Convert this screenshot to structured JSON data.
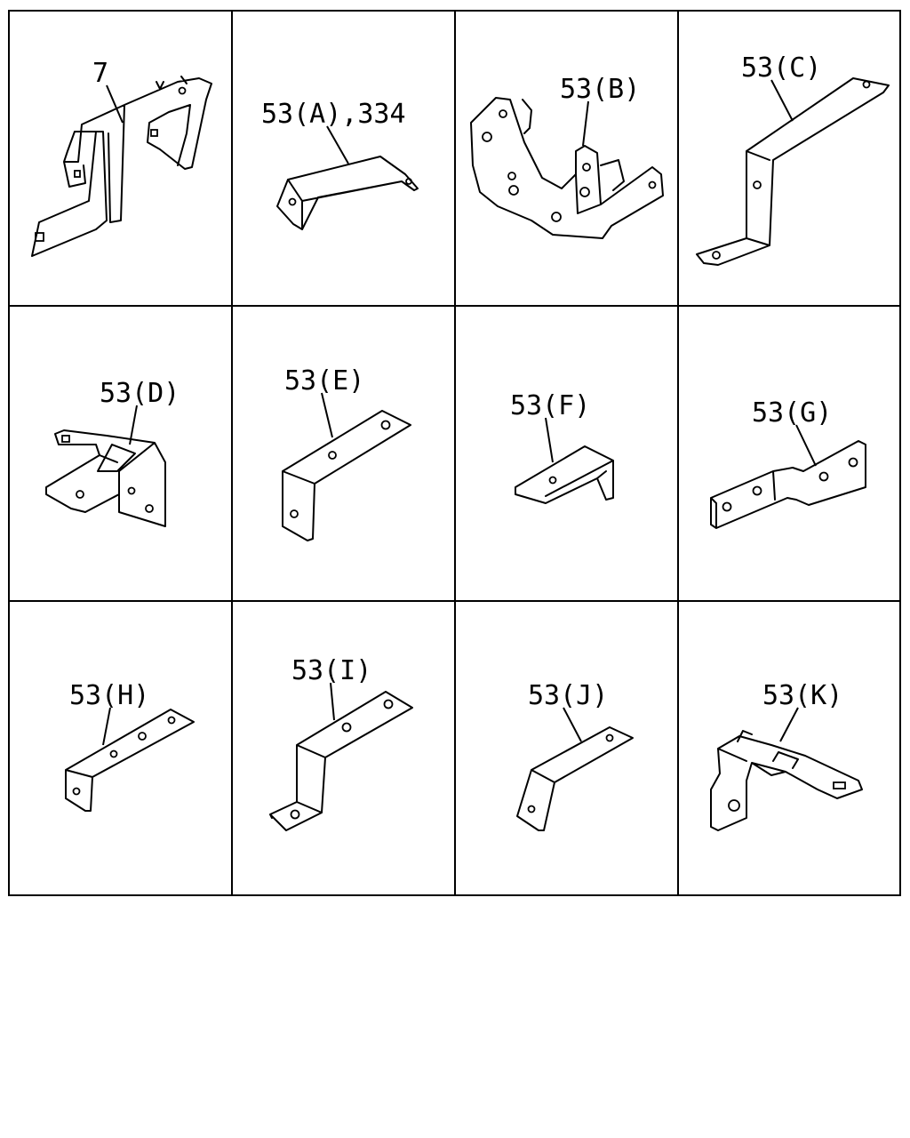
{
  "diagram": {
    "parts": [
      {
        "id": "p7",
        "label": "7"
      },
      {
        "id": "p53a",
        "label": "53(A),334"
      },
      {
        "id": "p53b",
        "label": "53(B)"
      },
      {
        "id": "p53c",
        "label": "53(C)"
      },
      {
        "id": "p53d",
        "label": "53(D)"
      },
      {
        "id": "p53e",
        "label": "53(E)"
      },
      {
        "id": "p53f",
        "label": "53(F)"
      },
      {
        "id": "p53g",
        "label": "53(G)"
      },
      {
        "id": "p53h",
        "label": "53(H)"
      },
      {
        "id": "p53i",
        "label": "53(I)"
      },
      {
        "id": "p53j",
        "label": "53(J)"
      },
      {
        "id": "p53k",
        "label": "53(K)"
      }
    ]
  }
}
